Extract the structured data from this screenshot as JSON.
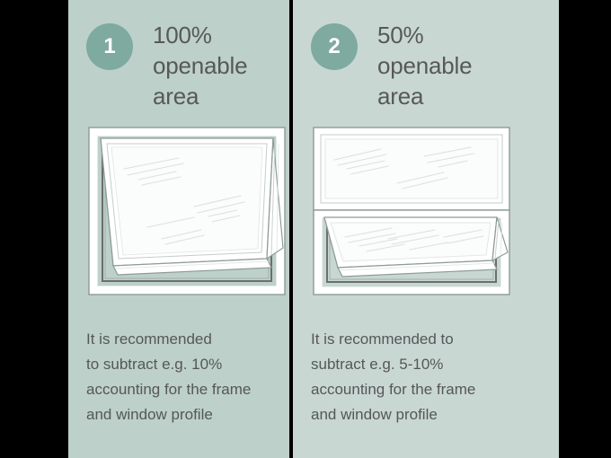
{
  "colors": {
    "panel_left_bg": "#bdd0c9",
    "panel_right_bg": "#c9d7d2",
    "badge_bg": "#7faa9f",
    "badge_text": "#ffffff",
    "heading_text": "#57585a",
    "note_text": "#55575a",
    "outer_bg": "#000000",
    "divider": "#000000",
    "frame_stroke": "#8d9b97",
    "frame_fill": "#ffffff",
    "glass_fill": "#fbfcfc",
    "glass_shine": "#d9e2e0",
    "opening_shadow": "#6c6e6f"
  },
  "panels": [
    {
      "badge": "1",
      "heading": "100%\nopenable\narea",
      "illustration": "awning-window-fully-open",
      "note": "It is recommended\nto subtract e.g. 10%\naccounting for the frame\nand window profile"
    },
    {
      "badge": "2",
      "heading": "50%\nopenable\narea",
      "illustration": "awning-window-half-open",
      "note": "It is recommended to\nsubtract e.g. 5-10%\naccounting for the frame\nand window profile"
    }
  ]
}
